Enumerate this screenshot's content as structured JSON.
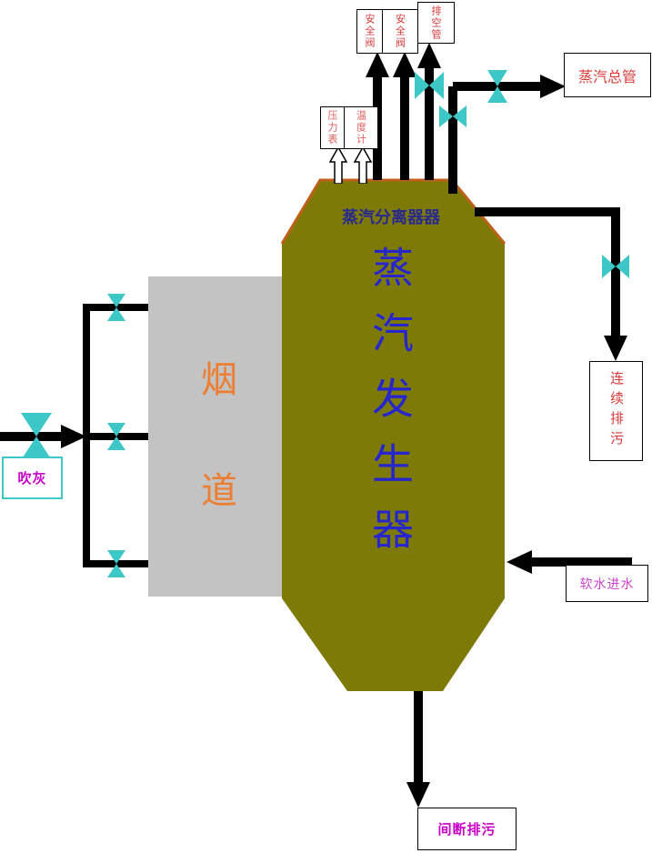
{
  "labels": {
    "safety_valve_a": "安全阀",
    "safety_valve_b": "安全阀",
    "vent_pipe": "排空管",
    "pressure_gauge": "压力表",
    "thermometer": "温度计",
    "steam_main": "蒸汽总管",
    "steam_separator": "蒸汽分离器器",
    "steam_generator": "蒸汽发生器",
    "flue": "烟道",
    "soot_blowing": "吹灰",
    "continuous_blowdown": "连续排污",
    "soft_water_inlet": "软水进水",
    "intermittent_blowdown": "间断排污"
  },
  "colors": {
    "vessel_fill": "#7D7A08",
    "vessel_border": "#C06018",
    "flue_fill": "#C3C3C3",
    "valve": "#3EC7C7",
    "pipe": "#000000",
    "red_label": "#D93838",
    "pink_label": "#E26060",
    "magenta_label": "#C800C8",
    "light_magenta_label": "#CC44CC",
    "separator_text": "#2A2A8C",
    "generator_text": "#2626CC",
    "flue_text": "#ED7D31",
    "soot_box_border": "#3EC7C7"
  }
}
